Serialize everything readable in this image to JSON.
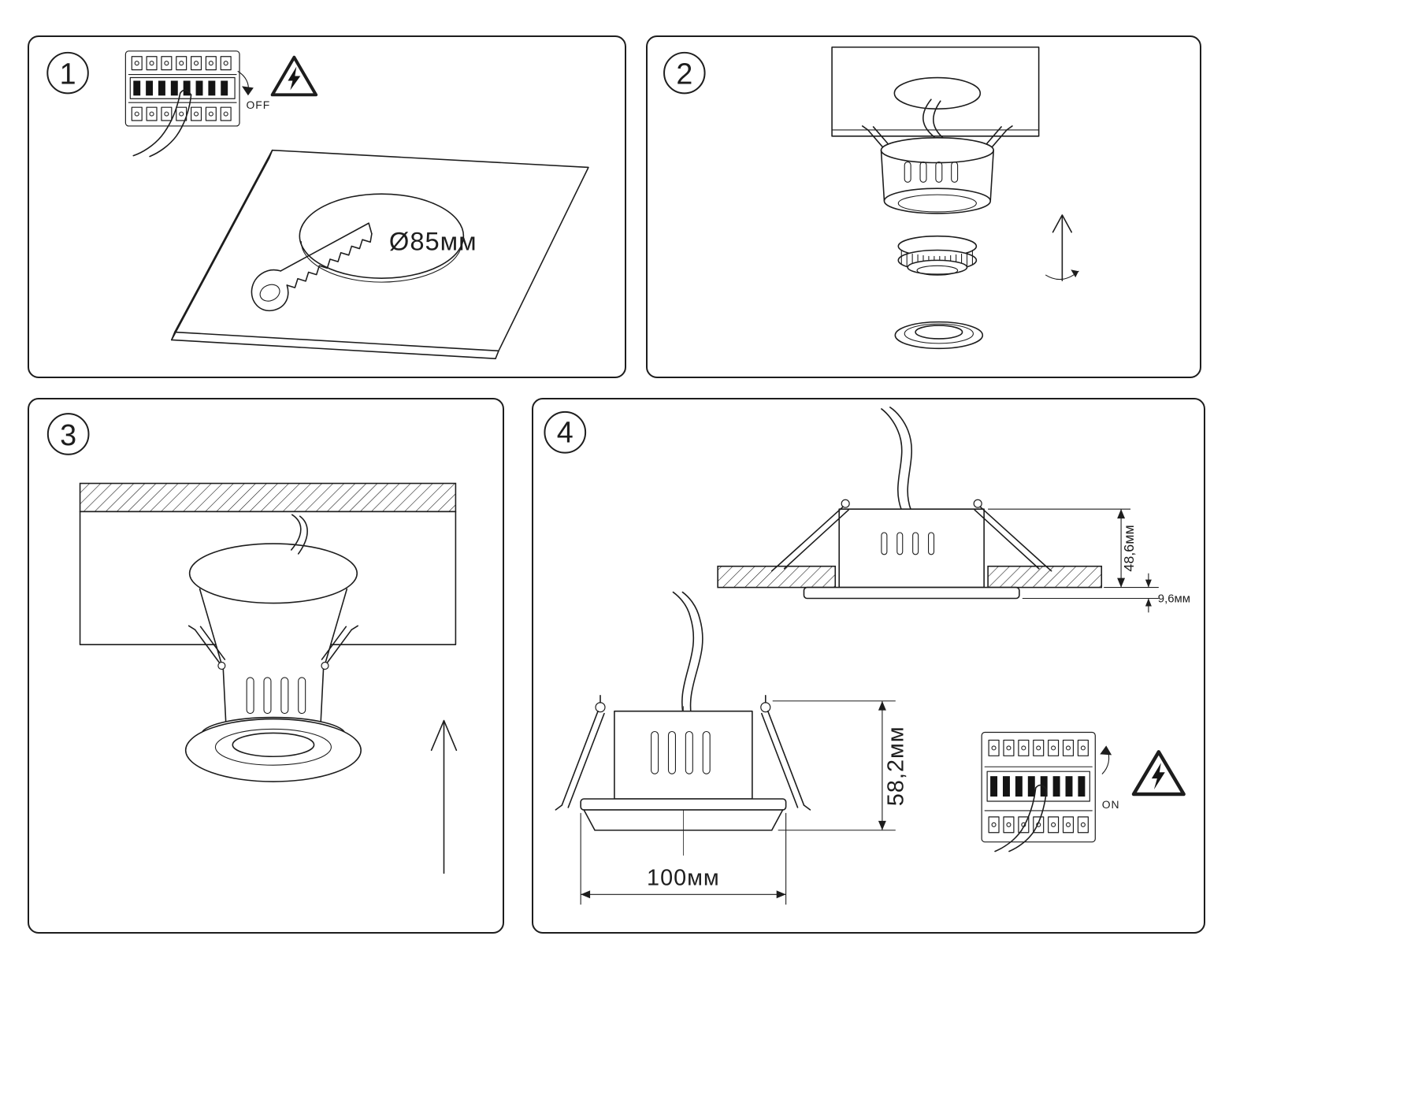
{
  "steps": {
    "step1": {
      "number": "1",
      "power_switch_label": "OFF",
      "cutout_diameter": "Ø85мм"
    },
    "step2": {
      "number": "2"
    },
    "step3": {
      "number": "3"
    },
    "step4": {
      "number": "4",
      "dim_recess_depth": "48,6мм",
      "dim_trim_protrusion": "9,6мм",
      "dim_fixture_height": "58,2мм",
      "dim_fixture_width": "100мм",
      "power_switch_label": "ON"
    }
  },
  "colors": {
    "line": "#1d1d1d",
    "background": "#ffffff",
    "breaker_toggle_fill": "#141414"
  },
  "icons": {
    "breaker": "circuit-breaker-panel",
    "hand": "pointing-hand",
    "hazard": "electrical-hazard-triangle",
    "saw": "hand-saw",
    "arrow_up": "insert-direction-arrow",
    "twist": "twist-rotation-arrow",
    "lamp": "gx53-lamp-module",
    "fixture": "downlight-housing",
    "trim": "trim-ring"
  }
}
